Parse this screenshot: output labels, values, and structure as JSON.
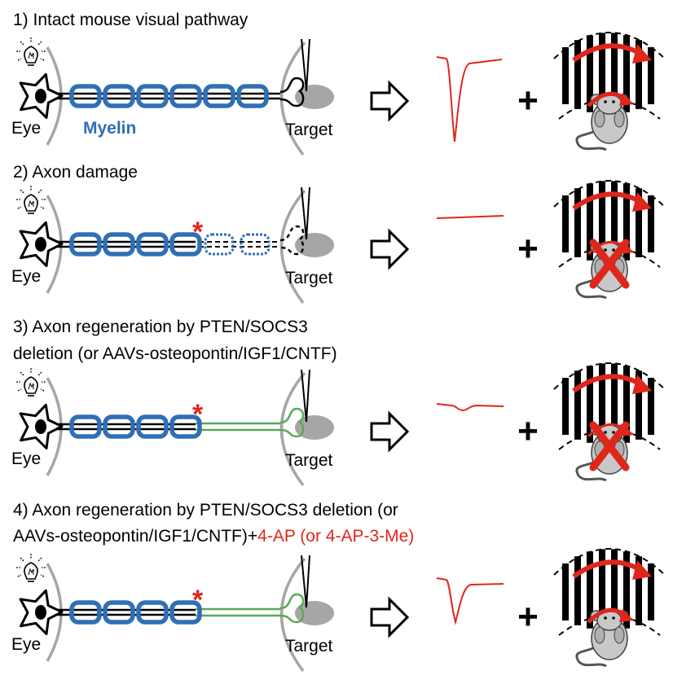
{
  "rows": [
    {
      "title": "1) Intact mouse visual pathway",
      "title_line2": "",
      "title_extra": "",
      "eye_label": "Eye",
      "target_label": "Target",
      "myelin_label": "Myelin",
      "state": "intact"
    },
    {
      "title": "2) Axon damage",
      "title_line2": "",
      "title_extra": "",
      "eye_label": "Eye",
      "target_label": "Target",
      "myelin_label": "",
      "state": "damaged"
    },
    {
      "title": "3) Axon regeneration by PTEN/SOCS3",
      "title_line2": "deletion (or AAVs-osteopontin/IGF1/CNTF)",
      "title_extra": "",
      "eye_label": "Eye",
      "target_label": "Target",
      "myelin_label": "",
      "state": "regenerated"
    },
    {
      "title": "4) Axon regeneration by PTEN/SOCS3 deletion (or",
      "title_line2": "AAVs-osteopontin/IGF1/CNTF)+",
      "title_extra": "4-AP (or 4-AP-3-Me)",
      "eye_label": "Eye",
      "target_label": "Target",
      "myelin_label": "",
      "state": "rescued"
    }
  ],
  "symbols": {
    "plus": "+",
    "injury_marker": "*"
  },
  "icons": [
    "light-bulb-icon",
    "arrow-right-icon",
    "mouse-icon",
    "cross-icon"
  ],
  "colors": {
    "myelin": "#2f6fb5",
    "regenerated_axon": "#5aa855",
    "signal": "#e0261b",
    "target": "#a6a6a6",
    "mouse": "#c8c8c8",
    "arrow_red": "#e0261b"
  }
}
